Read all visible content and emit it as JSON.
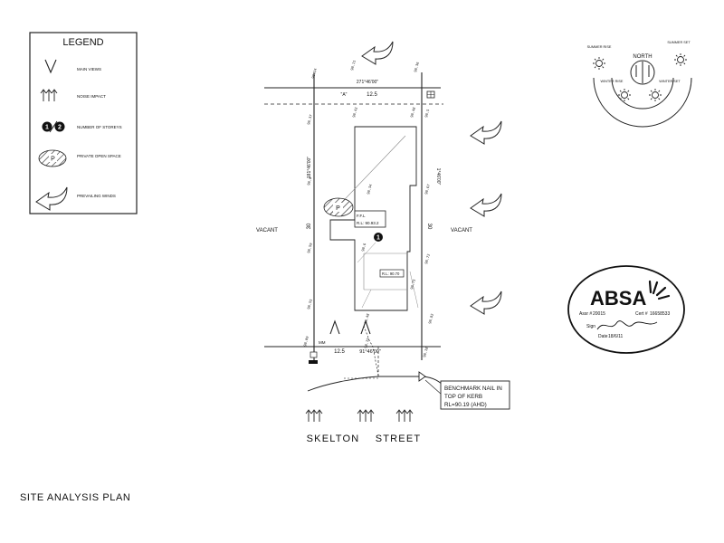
{
  "legend": {
    "title": "LEGEND",
    "items": [
      "MAIN VIEWS",
      "NOISE IMPACT",
      "NUMBER OF STOREYS",
      "PRIVATE OPEN SPACE",
      "PREVAILING WINDS"
    ],
    "storey_one": "1",
    "storey_two": "2",
    "pos_letter": "P"
  },
  "compass": {
    "north": "NORTH",
    "summer_rise": "SUMMER RISE",
    "summer_set": "SUMMER SET",
    "winter_rise": "WINTER RISE",
    "winter_set": "WINTER SET"
  },
  "site": {
    "top_bearing": "271°46'00\"",
    "top_length": "12.5",
    "easement": "\"A\"",
    "left_bearing": "181°46'00\"",
    "right_bearing": "1°46'00\"",
    "left_length": "30",
    "right_length": "30",
    "bottom_length": "12.5",
    "bottom_bearing": "91°46'00\"",
    "vacant_left": "VACANT",
    "vacant_right": "VACANT",
    "ffl_label": "F.F.L",
    "ffl_value": "R.L: 90.93.2",
    "rl_box": "R.L: 90.70",
    "storeys": "1",
    "pos_letter": "P",
    "mm": "MM",
    "levels": [
      "90.24",
      "90.11",
      "90.36",
      "90.43",
      "90.48",
      "90.5",
      "90.37",
      "90.8",
      "90.34",
      "90.67",
      "90.59",
      "90.6",
      "90.72",
      "90.75",
      "90.55",
      "90.48",
      "90.82",
      "90.18",
      "90.15",
      "90.09"
    ]
  },
  "benchmark": {
    "line1": "BENCHMARK NAIL IN",
    "line2": "TOP OF KERB",
    "line3": "RL=90.19 (AHD)"
  },
  "street": {
    "word1": "SKELTON",
    "word2": "STREET"
  },
  "stamp": {
    "brand": "ABSA",
    "assr": "Assr #",
    "assr_no": "20015",
    "cert": "Cert #",
    "cert_no": "16658533",
    "sign": "Sign",
    "date": "Date",
    "date_value": "18/6/11"
  },
  "plan_title": "SITE ANALYSIS PLAN"
}
